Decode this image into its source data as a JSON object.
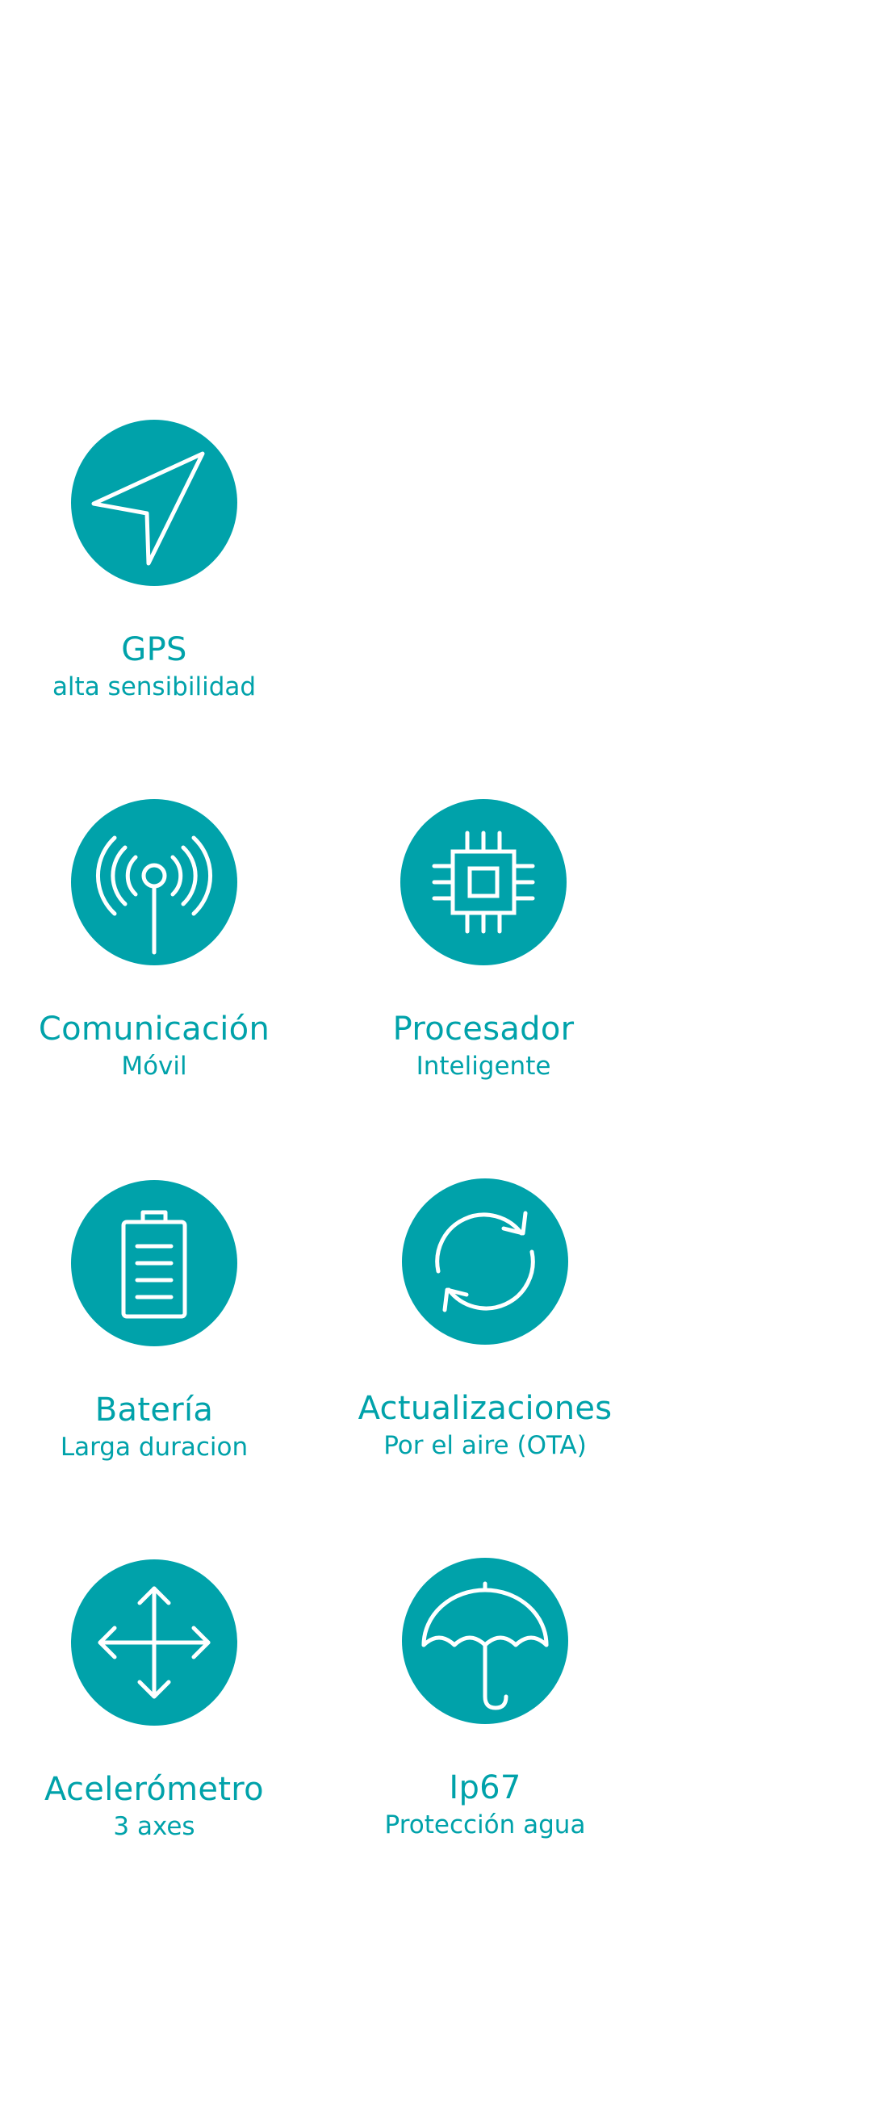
{
  "features": [
    {
      "icon": "navigation-arrow-icon",
      "title": "GPS",
      "subtitle": "alta sensibilidad"
    },
    {
      "icon": "antenna-signal-icon",
      "title": "Comunicación",
      "subtitle": "Móvil"
    },
    {
      "icon": "processor-chip-icon",
      "title": "Procesador",
      "subtitle": "Inteligente"
    },
    {
      "icon": "battery-icon",
      "title": "Batería",
      "subtitle": "Larga duracion"
    },
    {
      "icon": "refresh-icon",
      "title": "Actualizaciones",
      "subtitle": "Por el aire (OTA)"
    },
    {
      "icon": "move-arrows-icon",
      "title": "Acelerómetro",
      "subtitle": "3 axes"
    },
    {
      "icon": "umbrella-icon",
      "title": "Ip67",
      "subtitle": "Protección agua"
    }
  ],
  "colors": {
    "accent": "#00a2aa",
    "background": "#ffffff",
    "icon_stroke": "#ffffff"
  }
}
